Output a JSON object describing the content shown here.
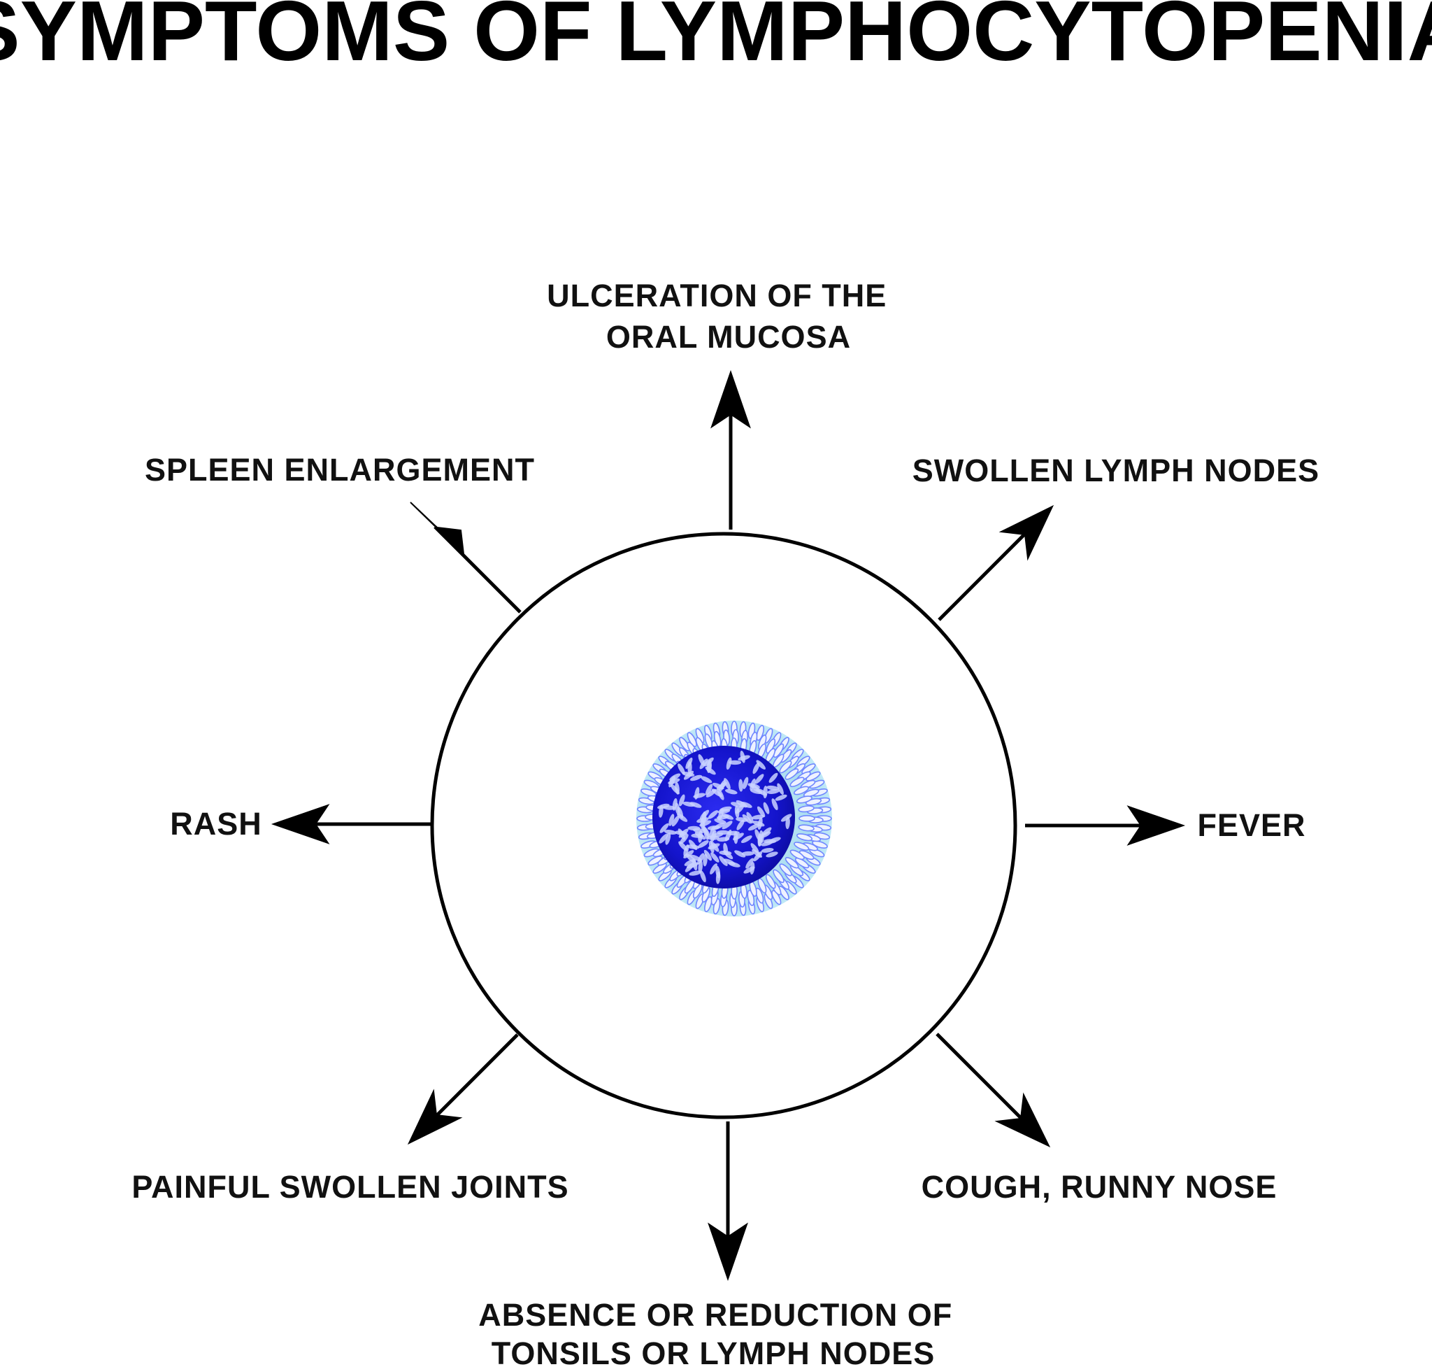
{
  "title": "SYMPTOMS OF LYMPHOCYTOPENIA",
  "symptoms": {
    "top": [
      "ULCERATION OF THE",
      "ORAL MUCOSA"
    ],
    "top_left": "SPLEEN ENLARGEMENT",
    "top_right": "SWOLLEN LYMPH NODES",
    "left": "RASH",
    "right": "FEVER",
    "bottom_left": "PAINFUL SWOLLEN JOINTS",
    "bottom_right": "COUGH, RUNNY NOSE",
    "bottom": [
      "ABSENCE OR REDUCTION OF",
      "TONSILS OR LYMPH NODES"
    ]
  },
  "colors": {
    "line": "#000000",
    "cell_core": "#1a1ad6",
    "cell_halo": "#9fd8ee",
    "cell_villi": "#6f86ff"
  },
  "icons": {
    "center": "lymphocyte-cell-icon"
  }
}
